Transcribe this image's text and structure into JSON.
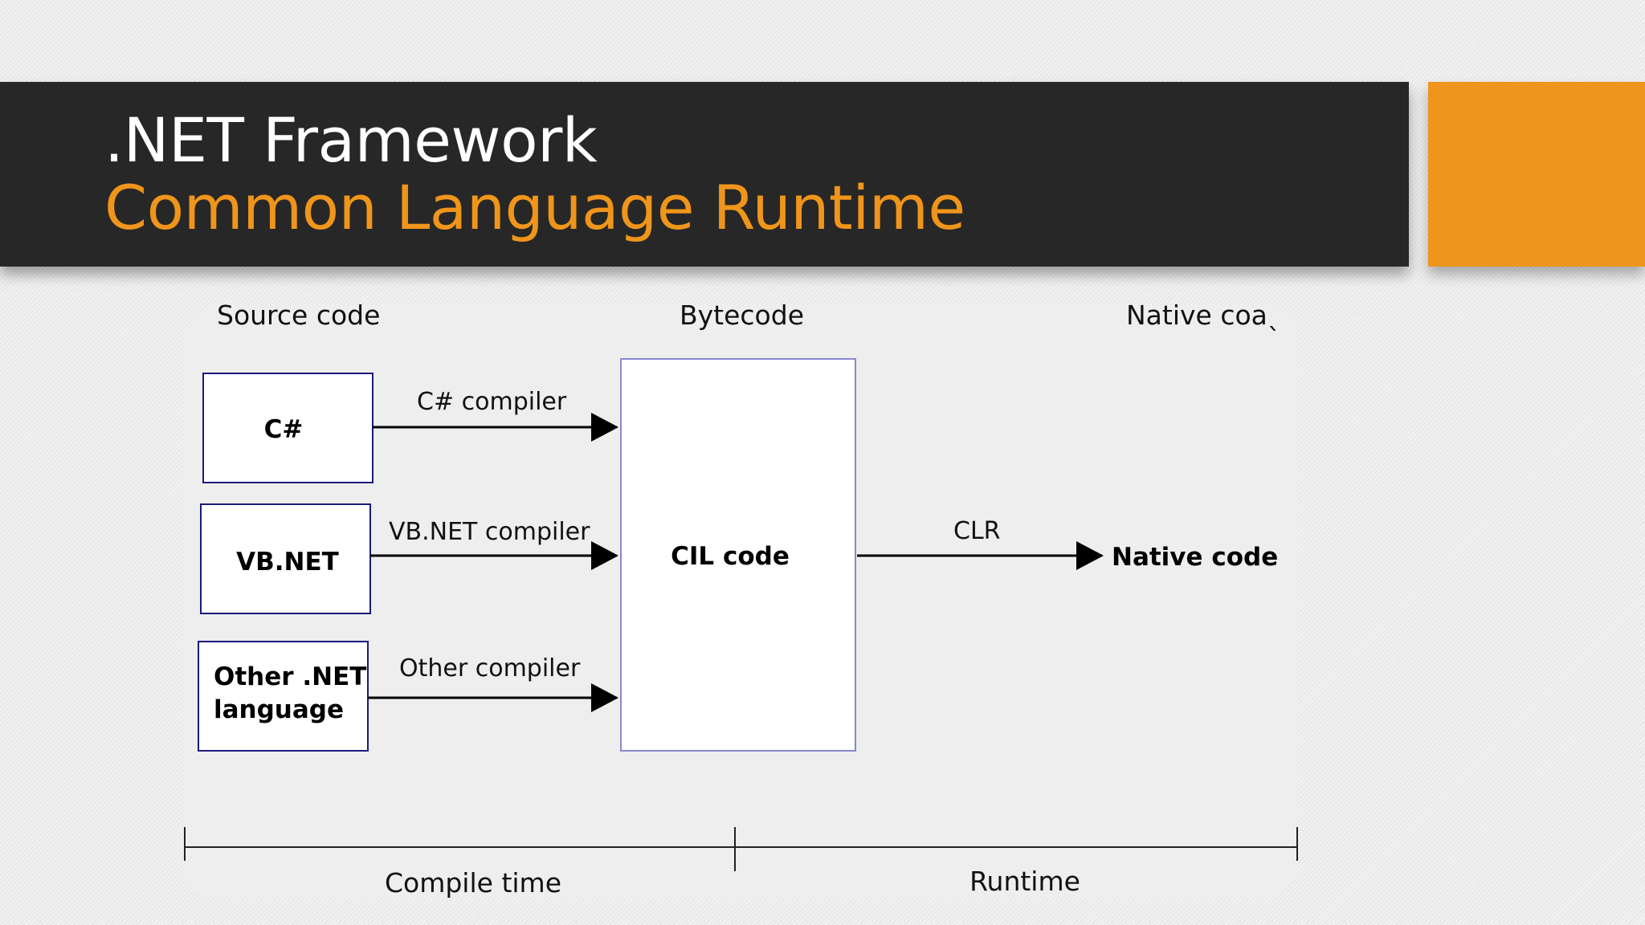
{
  "slide": {
    "title": ".NET Framework",
    "subtitle": "Common Language Runtime"
  },
  "colors": {
    "title_band": "#272727",
    "accent": "#ef951b",
    "box_border": "#1a1a7a",
    "cil_border": "#8888cc"
  },
  "diagram": {
    "column_headers": {
      "source": "Source code",
      "bytecode": "Bytecode",
      "native": "Native coaˎ"
    },
    "sources": [
      {
        "label_lines": [
          "C#"
        ],
        "compiler": "C# compiler"
      },
      {
        "label_lines": [
          "VB.NET"
        ],
        "compiler": "VB.NET compiler"
      },
      {
        "label_lines": [
          "Other .NET",
          "language"
        ],
        "compiler": "Other compiler"
      }
    ],
    "cil": "CIL code",
    "clr": "CLR",
    "native_output": "Native code",
    "timeline": {
      "compile": "Compile time",
      "runtime": "Runtime"
    }
  }
}
